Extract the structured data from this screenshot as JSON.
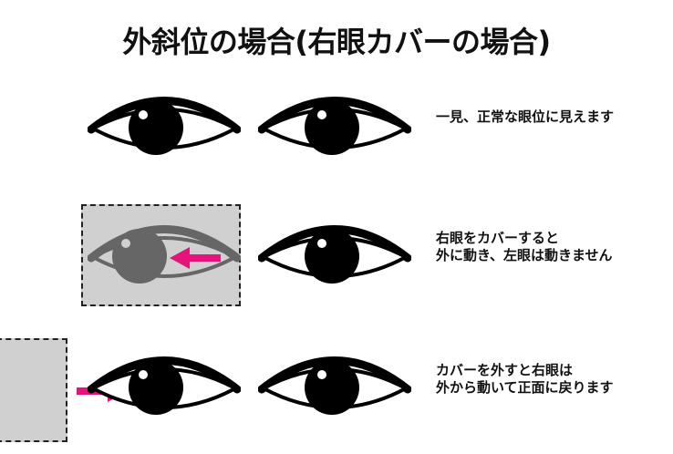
{
  "title": "外斜位の場合(右眼カバーの場合)",
  "rows": [
    {
      "caption": [
        "一見、正常な眼位に見えます"
      ],
      "right_eye_covered": false,
      "left_cover_visible": false,
      "arrow": "none"
    },
    {
      "caption": [
        "右眼をカバーすると",
        "外に動き、左眼は動きません"
      ],
      "right_eye_covered": true,
      "left_cover_visible": false,
      "arrow": "left-over-right-eye"
    },
    {
      "caption": [
        "カバーを外すと右眼は",
        "外から動いて正面に戻ります"
      ],
      "right_eye_covered": false,
      "left_cover_visible": true,
      "arrow": "right-into-right-eye"
    }
  ],
  "colors": {
    "eye_outline": "#000000",
    "iris": "#000000",
    "highlight": "#ffffff",
    "covered_eye": "#666666",
    "cover_fill": "#d0d0d0",
    "arrow": "#e4147c"
  },
  "icons": [
    "eye-icon",
    "arrow-icon"
  ]
}
